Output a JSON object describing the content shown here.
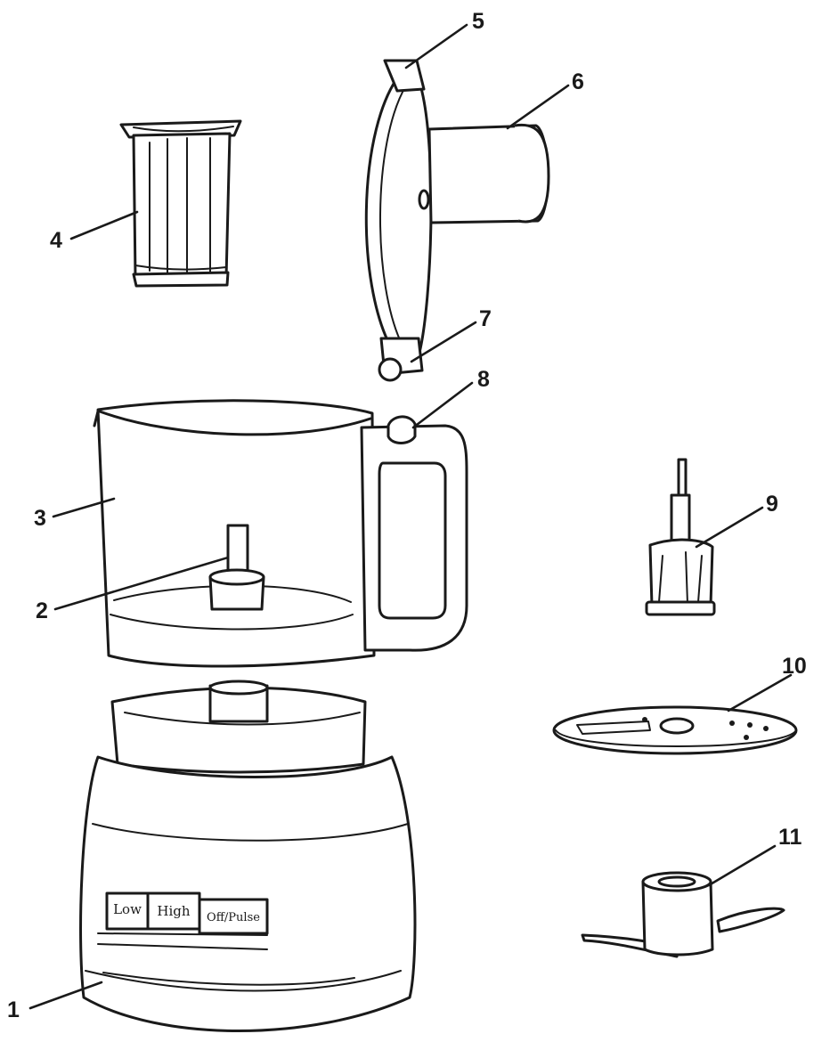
{
  "callouts": [
    {
      "id": "1",
      "label": "1"
    },
    {
      "id": "2",
      "label": "2"
    },
    {
      "id": "3",
      "label": "3"
    },
    {
      "id": "4",
      "label": "4"
    },
    {
      "id": "5",
      "label": "5"
    },
    {
      "id": "6",
      "label": "6"
    },
    {
      "id": "7",
      "label": "7"
    },
    {
      "id": "8",
      "label": "8"
    },
    {
      "id": "9",
      "label": "9"
    },
    {
      "id": "10",
      "label": "10"
    },
    {
      "id": "11",
      "label": "11"
    }
  ],
  "base_buttons": {
    "low": "Low",
    "high": "High",
    "off_pulse": "Off/Pulse"
  },
  "colors": {
    "line": "#1a1a1a",
    "background": "#ffffff"
  }
}
